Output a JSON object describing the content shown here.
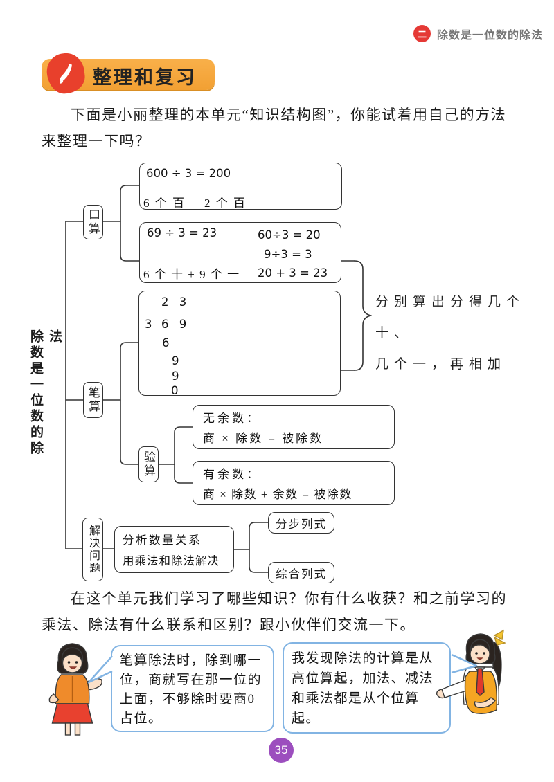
{
  "header": {
    "badge": "二",
    "title": "除数是一位数的除法"
  },
  "banner": {
    "title": "整理和复习"
  },
  "intro": "下面是小丽整理的本单元“知识结构图”，你能试着用自己的方法来整理一下吗？",
  "diagram": {
    "root": "除数是一位数的除法",
    "nodes": {
      "oral": "口算",
      "written": "笔算",
      "check": "验算",
      "solve": "解决问题"
    },
    "box600": {
      "eq": "600 ÷ 3 = 200",
      "hundreds6": "6 个 百",
      "hundreds2": "2 个 百"
    },
    "box69": {
      "eq": "69 ÷ 3 = 23",
      "split": "6 个 十 + 9 个 一",
      "steps": [
        "60÷3 = 20",
        "9÷3 = 3",
        "20 + 3 = 23"
      ]
    },
    "division": {
      "quotient": "2 3",
      "divisor": "3",
      "dividend": "6 9",
      "sub1": "6",
      "down1": "9",
      "sub2": "9",
      "remainder": "0"
    },
    "brace_note": [
      "分别算出分得几个十、",
      "几个一，再相加"
    ],
    "no_remainder": {
      "label": "无余数：",
      "formula": "商 × 除数 = 被除数"
    },
    "with_remainder": {
      "label": "有余数：",
      "formula": "商 × 除数 + 余数 = 被除数"
    },
    "solve_box": [
      "分析数量关系",
      "用乘法和除法解决"
    ],
    "leaf_step": "分步列式",
    "leaf_combined": "综合列式"
  },
  "outro": "在这个单元我们学习了哪些知识？你有什么收获？和之前学习的乘法、除法有什么联系和区别？跟小伙伴们交流一下。",
  "bubbles": {
    "left": "笔算除法时，除到哪一位，商就写在那一位的上面，不够除时要商0占位。",
    "right": "我发现除法的计算是从高位算起，加法、减法和乘法都是从个位算起。"
  },
  "page_number": "35",
  "colors": {
    "banner_orange": "#F2A033",
    "badge_red": "#E8402C",
    "header_red": "#E53935",
    "bubble_blue": "#82B4E3",
    "page_purple": "#9C4EBE"
  }
}
